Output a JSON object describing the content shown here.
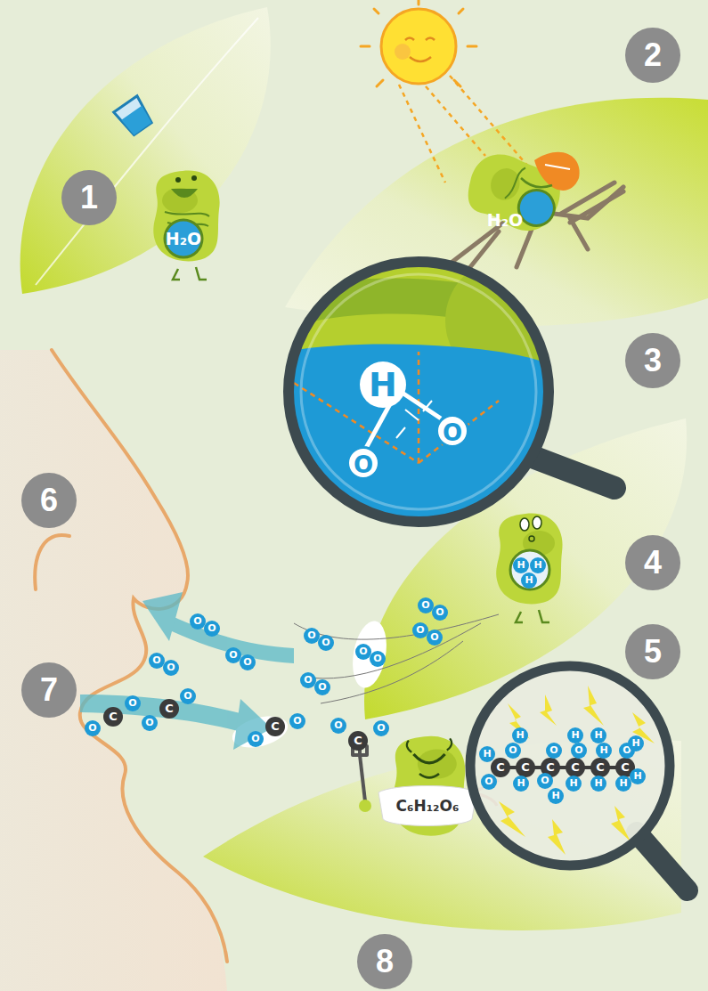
{
  "diagram": {
    "labels": [
      "1",
      "H₂O",
      "2",
      "H₂O",
      "3",
      "H",
      "O",
      "O",
      "6",
      "4",
      "H",
      "H",
      "H",
      "5",
      "O",
      "O",
      "O",
      "O",
      "O",
      "O",
      "O",
      "O",
      "O",
      "O",
      "O",
      "O",
      "O",
      "O",
      "O",
      "O",
      "7",
      "O",
      "C",
      "O",
      "O",
      "C",
      "O",
      "O",
      "C",
      "O",
      "O",
      "C",
      "O",
      "C₆H₁₂O₆",
      "C",
      "C",
      "C",
      "C",
      "C",
      "C",
      "O",
      "O",
      "O",
      "O",
      "O",
      "O",
      "H",
      "H",
      "H",
      "H",
      "H",
      "H",
      "H",
      "H",
      "H",
      "H",
      "H",
      "H",
      "8"
    ]
  }
}
